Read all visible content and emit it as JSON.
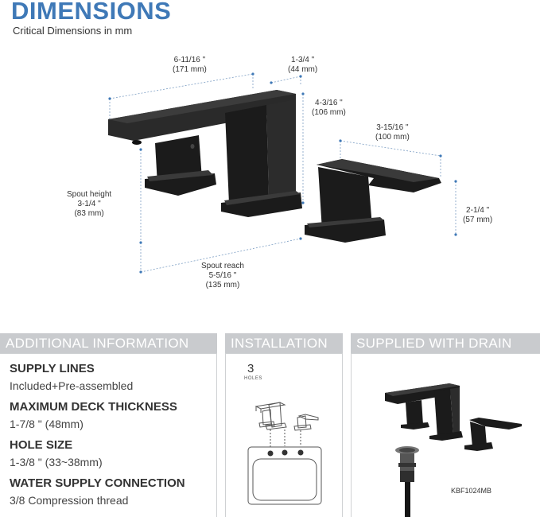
{
  "header": {
    "title": "DIMENSIONS",
    "subtitle": "Critical Dimensions in mm"
  },
  "dimensions": {
    "spout_length": {
      "imperial": "6-11/16 \"",
      "metric": "(171 mm)"
    },
    "spout_width": {
      "imperial": "1-3/4 \"",
      "metric": "(44 mm)"
    },
    "body_height": {
      "imperial": "4-3/16 \"",
      "metric": "(106 mm)"
    },
    "handle_length": {
      "imperial": "3-15/16 \"",
      "metric": "(100 mm)"
    },
    "handle_height": {
      "imperial": "2-1/4 \"",
      "metric": "(57 mm)"
    },
    "spout_height": {
      "label": "Spout height",
      "imperial": "3-1/4 \"",
      "metric": "(83 mm)"
    },
    "spout_reach": {
      "label": "Spout reach",
      "imperial": "5-5/16 \"",
      "metric": "(135 mm)"
    }
  },
  "sections": {
    "additional": {
      "heading": "ADDITIONAL INFORMATION",
      "items": [
        {
          "label": "SUPPLY LINES",
          "value": "Included+Pre-assembled"
        },
        {
          "label": "MAXIMUM DECK THICKNESS",
          "value": "1-7/8 \" (48mm)"
        },
        {
          "label": "HOLE SIZE",
          "value": "1-3/8 \" (33~38mm)"
        },
        {
          "label": "WATER SUPPLY CONNECTION",
          "value": "3/8 Compression thread"
        }
      ]
    },
    "installation": {
      "heading": "INSTALLATION",
      "hole_count": "3",
      "hole_label": "HOLES"
    },
    "drain": {
      "heading": "SUPPLIED WITH DRAIN",
      "model": "KBF1024MB"
    }
  },
  "colors": {
    "title": "#3f79b7",
    "header_bar": "#c9cbce",
    "dimension_line": "#7e9fc4",
    "product": "#1b1b1b"
  }
}
